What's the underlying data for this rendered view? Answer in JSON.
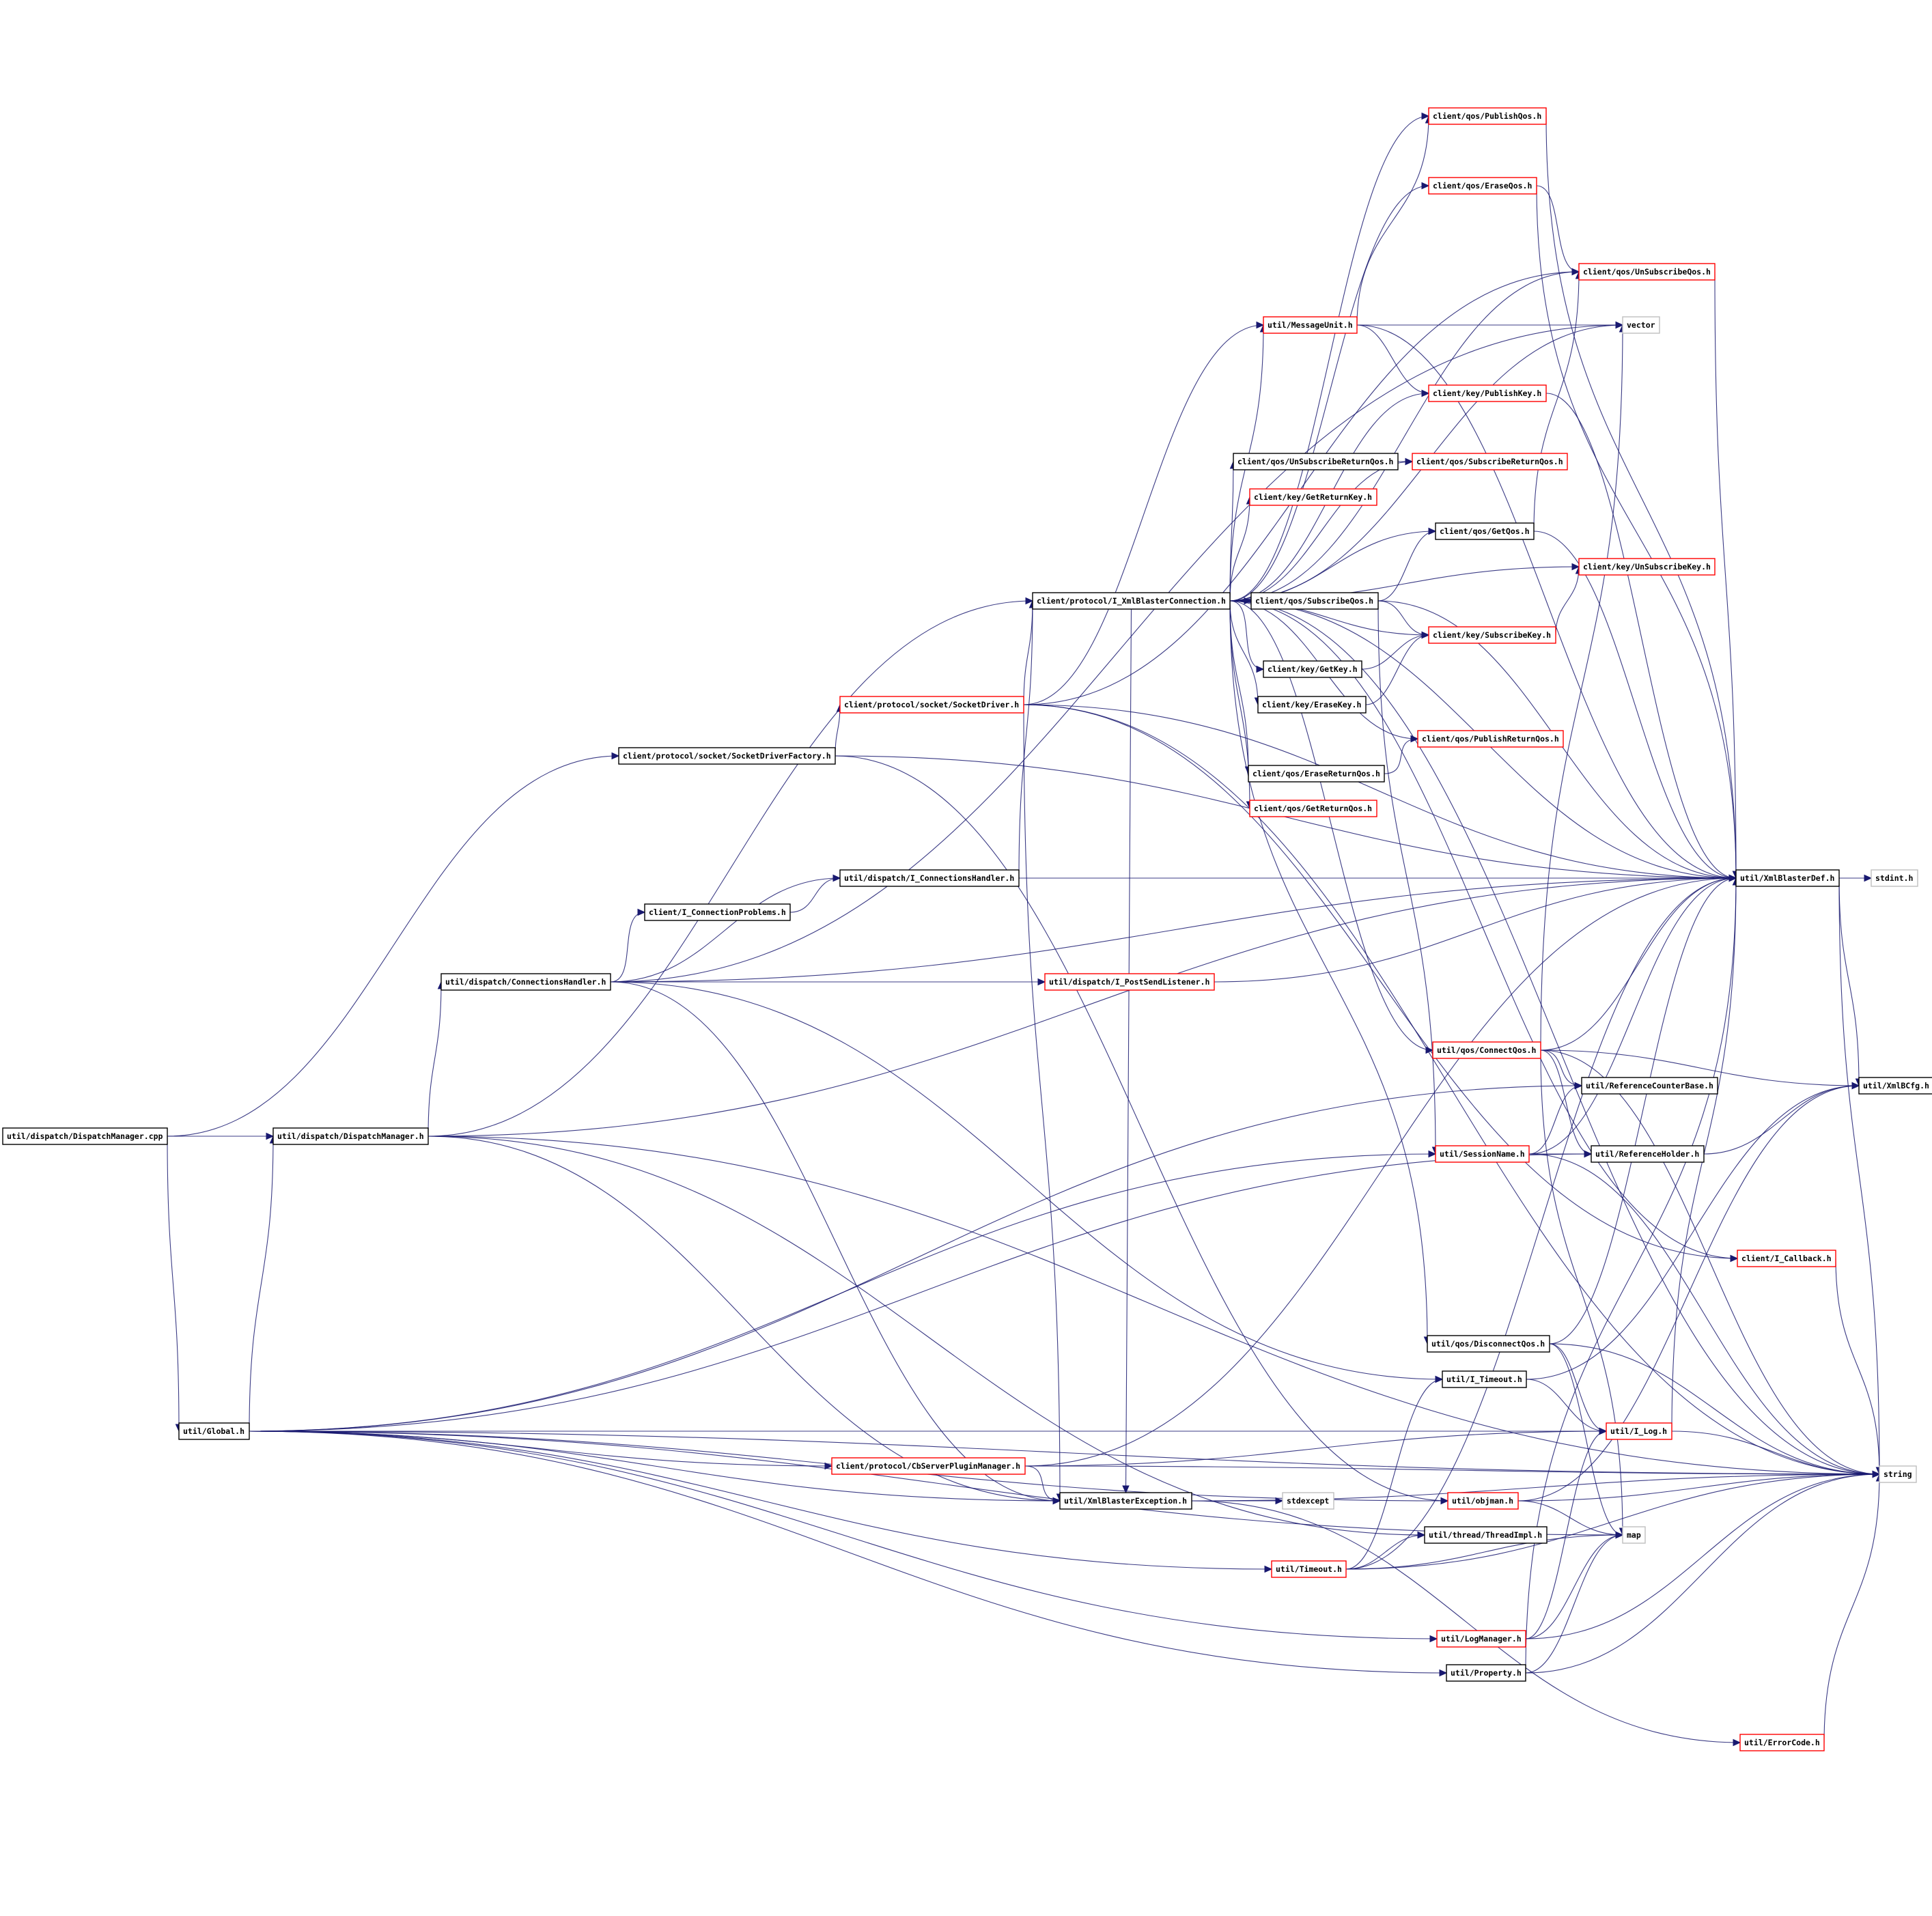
{
  "colors": {
    "edge": "#191970",
    "border_black": "#000000",
    "border_red": "#ff0000",
    "border_light": "#bfbfbf",
    "root_fill": "#bfbfbf",
    "background": "#ffffff"
  },
  "nodes": [
    {
      "id": "dispatchmanager_cpp",
      "label": "util/dispatch/DispatchManager.cpp",
      "style": "root"
    },
    {
      "id": "dispatchmanager_h",
      "label": "util/dispatch/DispatchManager.h",
      "style": "black"
    },
    {
      "id": "global_h",
      "label": "util/Global.h",
      "style": "black"
    },
    {
      "id": "connectionshandler_h",
      "label": "util/dispatch/ConnectionsHandler.h",
      "style": "black"
    },
    {
      "id": "socketdriverfactory_h",
      "label": "client/protocol/socket/SocketDriverFactory.h",
      "style": "black"
    },
    {
      "id": "socketdriver_h",
      "label": "client/protocol/socket/SocketDriver.h",
      "style": "red"
    },
    {
      "id": "i_xmlblasterconnection_h",
      "label": "client/protocol/I_XmlBlasterConnection.h",
      "style": "black"
    },
    {
      "id": "i_connectionshandler_h",
      "label": "util/dispatch/I_ConnectionsHandler.h",
      "style": "black"
    },
    {
      "id": "i_connectionproblems_h",
      "label": "client/I_ConnectionProblems.h",
      "style": "black"
    },
    {
      "id": "i_postsendlistener_h",
      "label": "util/dispatch/I_PostSendListener.h",
      "style": "red"
    },
    {
      "id": "cbserverpluginmanager_h",
      "label": "client/protocol/CbServerPluginManager.h",
      "style": "red"
    },
    {
      "id": "xmlblasterexception_h",
      "label": "util/XmlBlasterException.h",
      "style": "black"
    },
    {
      "id": "stdexcept",
      "label": "stdexcept",
      "style": "light"
    },
    {
      "id": "publishqos_h",
      "label": "client/qos/PublishQos.h",
      "style": "red"
    },
    {
      "id": "eraseqos_h",
      "label": "client/qos/EraseQos.h",
      "style": "red"
    },
    {
      "id": "unsubscribeqos_h",
      "label": "client/qos/UnSubscribeQos.h",
      "style": "red"
    },
    {
      "id": "messageunit_h",
      "label": "util/MessageUnit.h",
      "style": "red"
    },
    {
      "id": "vector",
      "label": "vector",
      "style": "light"
    },
    {
      "id": "publishkey_h",
      "label": "client/key/PublishKey.h",
      "style": "red"
    },
    {
      "id": "unsubscribereturnqos_h",
      "label": "client/qos/UnSubscribeReturnQos.h",
      "style": "black"
    },
    {
      "id": "subscribereturnqos_h",
      "label": "client/qos/SubscribeReturnQos.h",
      "style": "red"
    },
    {
      "id": "getreturnkey_h",
      "label": "client/key/GetReturnKey.h",
      "style": "red"
    },
    {
      "id": "getqos_h",
      "label": "client/qos/GetQos.h",
      "style": "black"
    },
    {
      "id": "unsubscribekey_h",
      "label": "client/key/UnSubscribeKey.h",
      "style": "red"
    },
    {
      "id": "subscribeqos_h",
      "label": "client/qos/SubscribeQos.h",
      "style": "black"
    },
    {
      "id": "subscribekey_h",
      "label": "client/key/SubscribeKey.h",
      "style": "red"
    },
    {
      "id": "getkey_h",
      "label": "client/key/GetKey.h",
      "style": "black"
    },
    {
      "id": "erasekey_h",
      "label": "client/key/EraseKey.h",
      "style": "black"
    },
    {
      "id": "publishreturnqos_h",
      "label": "client/qos/PublishReturnQos.h",
      "style": "red"
    },
    {
      "id": "erasereturnqos_h",
      "label": "client/qos/EraseReturnQos.h",
      "style": "black"
    },
    {
      "id": "getreturnqos_h",
      "label": "client/qos/GetReturnQos.h",
      "style": "red"
    },
    {
      "id": "xmlblasterdef_h",
      "label": "util/XmlBlasterDef.h",
      "style": "black"
    },
    {
      "id": "stdint_h",
      "label": "stdint.h",
      "style": "light"
    },
    {
      "id": "connectqos_h",
      "label": "util/qos/ConnectQos.h",
      "style": "red"
    },
    {
      "id": "referencecounterbase_h",
      "label": "util/ReferenceCounterBase.h",
      "style": "black"
    },
    {
      "id": "xmlbcfg_h",
      "label": "util/XmlBCfg.h",
      "style": "black"
    },
    {
      "id": "sessionname_h",
      "label": "util/SessionName.h",
      "style": "red"
    },
    {
      "id": "referenceholder_h",
      "label": "util/ReferenceHolder.h",
      "style": "black"
    },
    {
      "id": "i_callback_h",
      "label": "client/I_Callback.h",
      "style": "red"
    },
    {
      "id": "disconnectqos_h",
      "label": "util/qos/DisconnectQos.h",
      "style": "black"
    },
    {
      "id": "i_timeout_h",
      "label": "util/I_Timeout.h",
      "style": "black"
    },
    {
      "id": "i_log_h",
      "label": "util/I_Log.h",
      "style": "red"
    },
    {
      "id": "string",
      "label": "string",
      "style": "light"
    },
    {
      "id": "objman_h",
      "label": "util/objman.h",
      "style": "red"
    },
    {
      "id": "threadimpl_h",
      "label": "util/thread/ThreadImpl.h",
      "style": "black"
    },
    {
      "id": "map",
      "label": "map",
      "style": "light"
    },
    {
      "id": "timeout_h",
      "label": "util/Timeout.h",
      "style": "red"
    },
    {
      "id": "logmanager_h",
      "label": "util/LogManager.h",
      "style": "red"
    },
    {
      "id": "property_h",
      "label": "util/Property.h",
      "style": "black"
    },
    {
      "id": "errorcode_h",
      "label": "util/ErrorCode.h",
      "style": "red"
    }
  ],
  "edges": [
    [
      "dispatchmanager_cpp",
      "dispatchmanager_h"
    ],
    [
      "dispatchmanager_cpp",
      "global_h"
    ],
    [
      "dispatchmanager_cpp",
      "socketdriverfactory_h"
    ],
    [
      "dispatchmanager_h",
      "connectionshandler_h"
    ],
    [
      "dispatchmanager_h",
      "i_xmlblasterconnection_h"
    ],
    [
      "dispatchmanager_h",
      "xmlblasterdef_h"
    ],
    [
      "dispatchmanager_h",
      "xmlblasterexception_h"
    ],
    [
      "dispatchmanager_h",
      "threadimpl_h"
    ],
    [
      "dispatchmanager_h",
      "string"
    ],
    [
      "global_h",
      "dispatchmanager_h"
    ],
    [
      "global_h",
      "referencecounterbase_h"
    ],
    [
      "global_h",
      "sessionname_h"
    ],
    [
      "global_h",
      "referenceholder_h"
    ],
    [
      "global_h",
      "i_log_h"
    ],
    [
      "global_h",
      "cbserverpluginmanager_h"
    ],
    [
      "global_h",
      "xmlblasterexception_h"
    ],
    [
      "global_h",
      "objman_h"
    ],
    [
      "global_h",
      "timeout_h"
    ],
    [
      "global_h",
      "logmanager_h"
    ],
    [
      "global_h",
      "map"
    ],
    [
      "global_h",
      "property_h"
    ],
    [
      "global_h",
      "string"
    ],
    [
      "connectionshandler_h",
      "i_connectionshandler_h"
    ],
    [
      "connectionshandler_h",
      "i_connectionproblems_h"
    ],
    [
      "connectionshandler_h",
      "i_postsendlistener_h"
    ],
    [
      "connectionshandler_h",
      "xmlblasterdef_h"
    ],
    [
      "connectionshandler_h",
      "xmlblasterexception_h"
    ],
    [
      "connectionshandler_h",
      "i_timeout_h"
    ],
    [
      "connectionshandler_h",
      "vector"
    ],
    [
      "socketdriverfactory_h",
      "socketdriver_h"
    ],
    [
      "socketdriverfactory_h",
      "objman_h"
    ],
    [
      "socketdriverfactory_h",
      "xmlblasterdef_h"
    ],
    [
      "socketdriver_h",
      "i_xmlblasterconnection_h"
    ],
    [
      "socketdriver_h",
      "xmlblasterexception_h"
    ],
    [
      "socketdriver_h",
      "i_callback_h"
    ],
    [
      "socketdriver_h",
      "xmlblasterdef_h"
    ],
    [
      "socketdriver_h",
      "messageunit_h"
    ],
    [
      "socketdriver_h",
      "unsubscribeqos_h"
    ],
    [
      "socketdriver_h",
      "string"
    ],
    [
      "i_connectionshandler_h",
      "i_xmlblasterconnection_h"
    ],
    [
      "i_connectionshandler_h",
      "xmlblasterdef_h"
    ],
    [
      "i_connectionproblems_h",
      "i_connectionshandler_h"
    ],
    [
      "i_postsendlistener_h",
      "xmlblasterdef_h"
    ],
    [
      "i_xmlblasterconnection_h",
      "publishqos_h"
    ],
    [
      "i_xmlblasterconnection_h",
      "eraseqos_h"
    ],
    [
      "i_xmlblasterconnection_h",
      "unsubscribeqos_h"
    ],
    [
      "i_xmlblasterconnection_h",
      "messageunit_h"
    ],
    [
      "i_xmlblasterconnection_h",
      "vector"
    ],
    [
      "i_xmlblasterconnection_h",
      "publishkey_h"
    ],
    [
      "i_xmlblasterconnection_h",
      "unsubscribereturnqos_h"
    ],
    [
      "i_xmlblasterconnection_h",
      "subscribereturnqos_h"
    ],
    [
      "i_xmlblasterconnection_h",
      "getreturnkey_h"
    ],
    [
      "i_xmlblasterconnection_h",
      "getqos_h"
    ],
    [
      "i_xmlblasterconnection_h",
      "unsubscribekey_h"
    ],
    [
      "i_xmlblasterconnection_h",
      "subscribeqos_h"
    ],
    [
      "i_xmlblasterconnection_h",
      "subscribekey_h"
    ],
    [
      "i_xmlblasterconnection_h",
      "getkey_h"
    ],
    [
      "i_xmlblasterconnection_h",
      "erasekey_h"
    ],
    [
      "i_xmlblasterconnection_h",
      "publishreturnqos_h"
    ],
    [
      "i_xmlblasterconnection_h",
      "erasereturnqos_h"
    ],
    [
      "i_xmlblasterconnection_h",
      "getreturnqos_h"
    ],
    [
      "i_xmlblasterconnection_h",
      "connectqos_h"
    ],
    [
      "i_xmlblasterconnection_h",
      "disconnectqos_h"
    ],
    [
      "i_xmlblasterconnection_h",
      "xmlblasterexception_h"
    ],
    [
      "i_xmlblasterconnection_h",
      "i_callback_h"
    ],
    [
      "i_xmlblasterconnection_h",
      "xmlblasterdef_h"
    ],
    [
      "i_xmlblasterconnection_h",
      "string"
    ],
    [
      "publishqos_h",
      "xmlblasterdef_h"
    ],
    [
      "eraseqos_h",
      "unsubscribeqos_h"
    ],
    [
      "eraseqos_h",
      "xmlblasterdef_h"
    ],
    [
      "unsubscribeqos_h",
      "xmlblasterdef_h"
    ],
    [
      "messageunit_h",
      "publishqos_h"
    ],
    [
      "messageunit_h",
      "publishkey_h"
    ],
    [
      "messageunit_h",
      "vector"
    ],
    [
      "messageunit_h",
      "xmlblasterdef_h"
    ],
    [
      "publishkey_h",
      "xmlblasterdef_h"
    ],
    [
      "unsubscribereturnqos_h",
      "subscribereturnqos_h"
    ],
    [
      "getqos_h",
      "unsubscribeqos_h"
    ],
    [
      "getqos_h",
      "xmlblasterdef_h"
    ],
    [
      "subscribeqos_h",
      "getqos_h"
    ],
    [
      "subscribeqos_h",
      "subscribekey_h"
    ],
    [
      "subscribeqos_h",
      "sessionname_h"
    ],
    [
      "subscribeqos_h",
      "xmlblasterdef_h"
    ],
    [
      "subscribekey_h",
      "unsubscribekey_h"
    ],
    [
      "getkey_h",
      "subscribekey_h"
    ],
    [
      "erasekey_h",
      "subscribekey_h"
    ],
    [
      "erasereturnqos_h",
      "publishreturnqos_h"
    ],
    [
      "xmlblasterdef_h",
      "stdint_h"
    ],
    [
      "xmlblasterdef_h",
      "xmlbcfg_h"
    ],
    [
      "xmlblasterdef_h",
      "string"
    ],
    [
      "connectqos_h",
      "referencecounterbase_h"
    ],
    [
      "connectqos_h",
      "referenceholder_h"
    ],
    [
      "connectqos_h",
      "xmlbcfg_h"
    ],
    [
      "connectqos_h",
      "vector"
    ],
    [
      "connectqos_h",
      "map"
    ],
    [
      "connectqos_h",
      "xmlblasterdef_h"
    ],
    [
      "connectqos_h",
      "string"
    ],
    [
      "sessionname_h",
      "referencecounterbase_h"
    ],
    [
      "sessionname_h",
      "referenceholder_h"
    ],
    [
      "sessionname_h",
      "xmlblasterdef_h"
    ],
    [
      "sessionname_h",
      "string"
    ],
    [
      "referenceholder_h",
      "xmlbcfg_h"
    ],
    [
      "i_callback_h",
      "string"
    ],
    [
      "disconnectqos_h",
      "i_log_h"
    ],
    [
      "disconnectqos_h",
      "map"
    ],
    [
      "disconnectqos_h",
      "xmlblasterdef_h"
    ],
    [
      "disconnectqos_h",
      "string"
    ],
    [
      "i_timeout_h",
      "i_log_h"
    ],
    [
      "i_timeout_h",
      "xmlbcfg_h"
    ],
    [
      "i_log_h",
      "xmlblasterdef_h"
    ],
    [
      "i_log_h",
      "string"
    ],
    [
      "cbserverpluginmanager_h",
      "xmlblasterexception_h"
    ],
    [
      "cbserverpluginmanager_h",
      "i_log_h"
    ],
    [
      "cbserverpluginmanager_h",
      "xmlblasterdef_h"
    ],
    [
      "cbserverpluginmanager_h",
      "string"
    ],
    [
      "xmlblasterexception_h",
      "stdexcept"
    ],
    [
      "xmlblasterexception_h",
      "errorcode_h"
    ],
    [
      "xmlblasterexception_h",
      "string"
    ],
    [
      "objman_h",
      "map"
    ],
    [
      "objman_h",
      "xmlbcfg_h"
    ],
    [
      "objman_h",
      "string"
    ],
    [
      "timeout_h",
      "i_timeout_h"
    ],
    [
      "timeout_h",
      "threadimpl_h"
    ],
    [
      "timeout_h",
      "map"
    ],
    [
      "timeout_h",
      "xmlblasterdef_h"
    ],
    [
      "timeout_h",
      "string"
    ],
    [
      "logmanager_h",
      "i_log_h"
    ],
    [
      "logmanager_h",
      "map"
    ],
    [
      "logmanager_h",
      "string"
    ],
    [
      "property_h",
      "map"
    ],
    [
      "property_h",
      "xmlblasterdef_h"
    ],
    [
      "property_h",
      "string"
    ],
    [
      "errorcode_h",
      "string"
    ]
  ]
}
